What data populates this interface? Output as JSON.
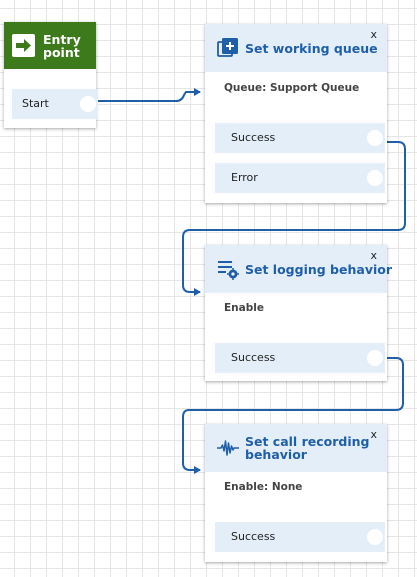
{
  "entry_point": {
    "title_line1": "Entry",
    "title_line2": "point",
    "branch_label": "Start"
  },
  "blocks": [
    {
      "title": "Set working queue",
      "param": "Queue: Support Queue",
      "close": "x",
      "branches": [
        "Success",
        "Error"
      ]
    },
    {
      "title": "Set logging behavior",
      "param": "Enable",
      "close": "x",
      "branches": [
        "Success"
      ]
    },
    {
      "title_line1": "Set call recording",
      "title_line2": "behavior",
      "param": "Enable: None",
      "close": "x",
      "branches": [
        "Success"
      ]
    }
  ],
  "colors": {
    "entry_header": "#3c7a1c",
    "block_header": "#e3eef8",
    "title_text": "#1f5fa8",
    "connector": "#1f5fa8",
    "grid": "#e6e6e6"
  },
  "icons": {
    "entry": "right-arrow-icon",
    "queue": "queue-add-icon",
    "logging": "logging-gear-icon",
    "recording": "waveform-icon"
  }
}
